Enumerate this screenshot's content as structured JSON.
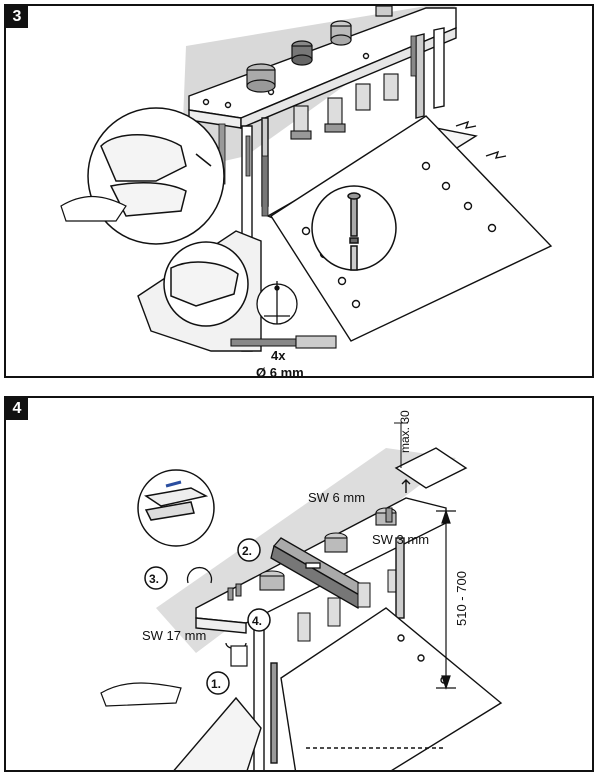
{
  "step3": {
    "number": "3",
    "drill_qty": "4x",
    "drill_diameter": "Ø 6 mm"
  },
  "step4": {
    "number": "4",
    "max_label": "max. 30",
    "sw6_label": "SW 6 mm",
    "sw3_label": "SW 3 mm",
    "height_range": "510 - 700",
    "sw17_label": "SW 17 mm",
    "callout_1": "1.",
    "callout_2": "2.",
    "callout_3": "3.",
    "callout_4": "4."
  }
}
